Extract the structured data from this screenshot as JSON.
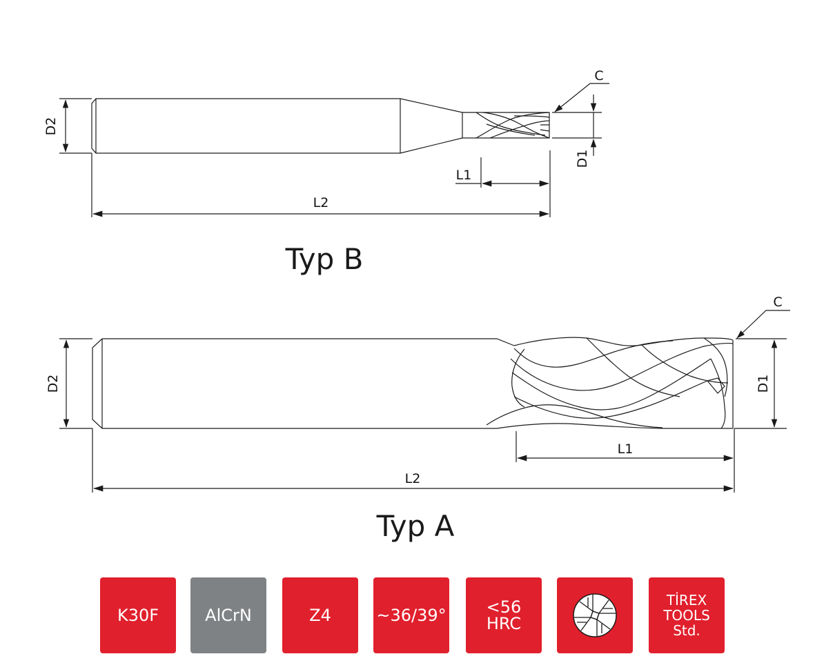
{
  "typ_b": {
    "title": "Typ B",
    "labels": {
      "c": "C",
      "d1": "D1",
      "d2": "D2",
      "l1": "L1",
      "l2": "L2"
    }
  },
  "typ_a": {
    "title": "Typ A",
    "labels": {
      "c": "C",
      "d1": "D1",
      "d2": "D2",
      "l1": "L1",
      "l2": "L2"
    }
  },
  "badges": [
    {
      "text": "K30F",
      "color": "#e1202d"
    },
    {
      "text": "AlCrN",
      "color": "#7f8284"
    },
    {
      "text": "Z4",
      "color": "#e1202d"
    },
    {
      "text": "~36/39°",
      "color": "#e1202d"
    },
    {
      "text": "<56\nHRC",
      "color": "#e1202d"
    },
    {
      "icon": "end-mill-cross-section-icon",
      "color": "#e1202d"
    },
    {
      "text": "TİREX\nTOOLS\nStd.",
      "color": "#e1202d"
    }
  ],
  "colors": {
    "line": "#1a1a1a",
    "accent": "#e1202d",
    "gray": "#7f8284"
  }
}
